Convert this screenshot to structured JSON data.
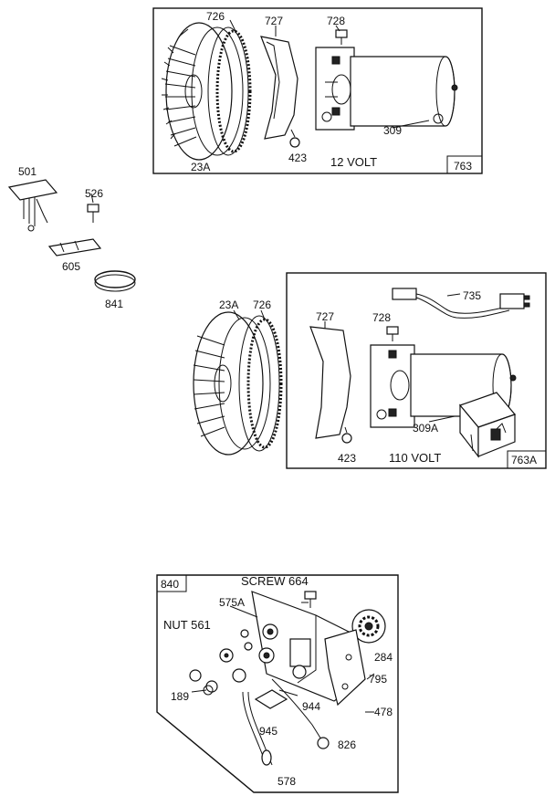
{
  "panel_12v": {
    "label_726": "726",
    "label_727": "727",
    "label_728": "728",
    "label_309": "309",
    "label_423": "423",
    "label_23a": "23A",
    "label_volt": "12 VOLT",
    "label_ref": "763"
  },
  "loose_parts": {
    "label_501": "501",
    "label_526": "526",
    "label_605": "605",
    "label_841": "841"
  },
  "panel_110v": {
    "label_23a": "23A",
    "label_726": "726",
    "label_727": "727",
    "label_728": "728",
    "label_735": "735",
    "label_309a": "309A",
    "label_423": "423",
    "label_volt": "110 VOLT",
    "label_ref": "763A"
  },
  "panel_840": {
    "label_ref": "840",
    "label_screw": "SCREW 664",
    "label_575a": "575A",
    "label_nut": "NUT 561",
    "label_284": "284",
    "label_795": "795",
    "label_189": "189",
    "label_944": "944",
    "label_478": "478",
    "label_945": "945",
    "label_826": "826",
    "label_578": "578"
  }
}
